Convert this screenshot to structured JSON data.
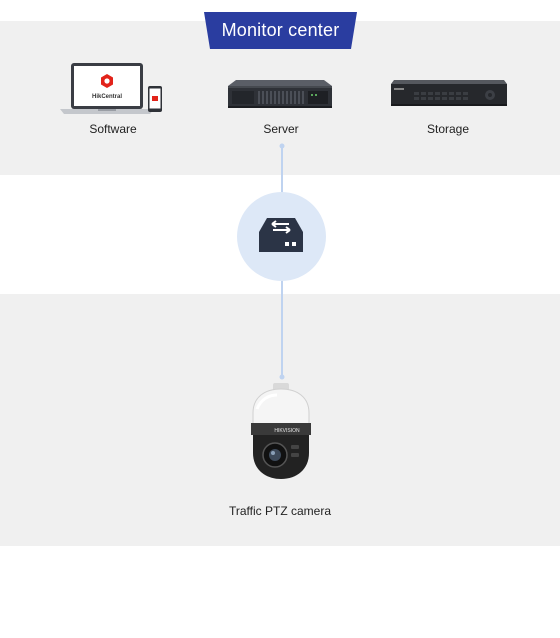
{
  "monitor_center": {
    "title": "Monitor center",
    "devices": [
      {
        "id": "software",
        "label": "Software",
        "icon": "laptop-tablet-icon",
        "logo_text": "HikCentral"
      },
      {
        "id": "server",
        "label": "Server",
        "icon": "rack-server-icon"
      },
      {
        "id": "storage",
        "label": "Storage",
        "icon": "nvr-storage-icon"
      }
    ]
  },
  "network": {
    "icon": "network-switch-icon"
  },
  "field": {
    "camera_label": "Traffic PTZ camera",
    "camera_icon": "ptz-camera-icon",
    "camera_brand_text": "HIKVISION"
  },
  "colors": {
    "banner": "#2a3da0",
    "panel": "#f0f0f0",
    "connector": "#bfd3f0",
    "switch_bg": "#dde8f7",
    "switch_icon": "#2b3446",
    "logo_red": "#e2231a"
  }
}
